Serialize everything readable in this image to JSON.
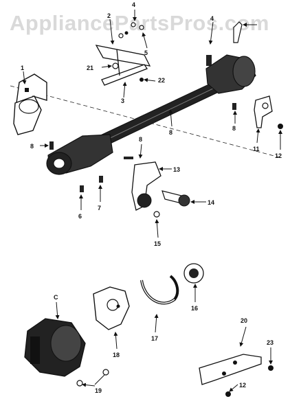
{
  "watermark": "AppliancePartsPros.com",
  "labels": {
    "l1": "1",
    "l2": "2",
    "l3": "3",
    "l4": "4",
    "l4b": "4",
    "l5": "5",
    "l6": "6",
    "l7": "7",
    "l8": "8",
    "l8b": "8",
    "l8c": "8",
    "l8d": "8",
    "l11": "11",
    "l12": "12",
    "l12b": "12",
    "l13": "13",
    "l14": "14",
    "l15": "15",
    "l16": "16",
    "l17": "17",
    "l18": "18",
    "l19": "19",
    "l20": "20",
    "l21": "21",
    "l22": "22",
    "l23": "23",
    "lC": "C"
  }
}
